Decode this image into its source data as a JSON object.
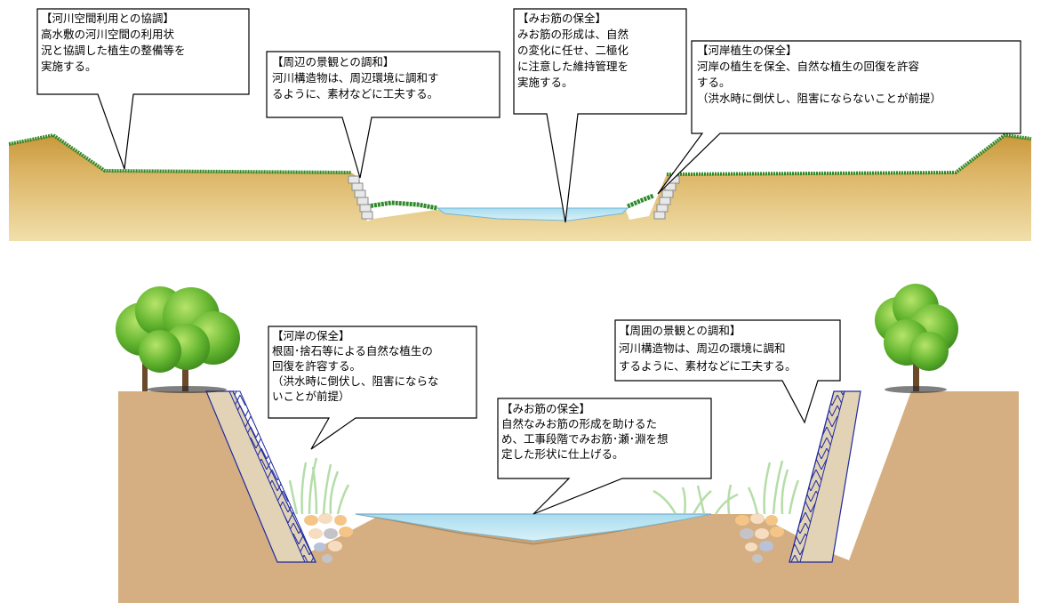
{
  "callouts": {
    "top_river_space": "【河川空間利用との協調】\n高水敷の河川空間の利用状\n況と協調した植生の整備等を\n実施する。",
    "top_landscape": "【周辺の景観との調和】\n河川構造物は、周辺環境に調和す\nるように、素材などに工夫する。",
    "top_low_water": "【みお筋の保全】\nみお筋の形成は、自然\nの変化に任せ、二極化\nに注意した維持管理を\n実施する。",
    "top_bank_vegetation": "【河岸植生の保全】\n河岸の植生を保全、自然な植生の回復を許容\nする。\n（洪水時に倒伏し、阻害にならないことが前提）",
    "bottom_bank": "【河岸の保全】\n根固･捨石等による自然な植生の\n回復を許容する。\n（洪水時に倒伏し、阻害にならな\nいことが前提）",
    "bottom_low_water": "【みお筋の保全】\n自然なみお筋の形成を助けるた\nめ、工事段階でみお筋･瀬･淵を想\n定した形状に仕上げる。",
    "bottom_landscape": "【周囲の景観との調和】\n河川構造物は、周辺の環境に調和\nするように、素材などに工夫する。"
  },
  "colors": {
    "soil_top": "#ecd8a0",
    "soil_top_dark": "#c99a3a",
    "grass": "#2f8a2a",
    "water": "#bfe6f4",
    "soil_bottom": "#d5af82",
    "concrete": "#e2d3b6",
    "truss": "#1f2aa0",
    "tree": "#5fbd2f",
    "trunk": "#6b4a2a"
  },
  "icons": {
    "tree_left": "tree-icon",
    "tree_right": "tree-icon",
    "reeds": "reed-icon",
    "stones": "stone-icon"
  }
}
